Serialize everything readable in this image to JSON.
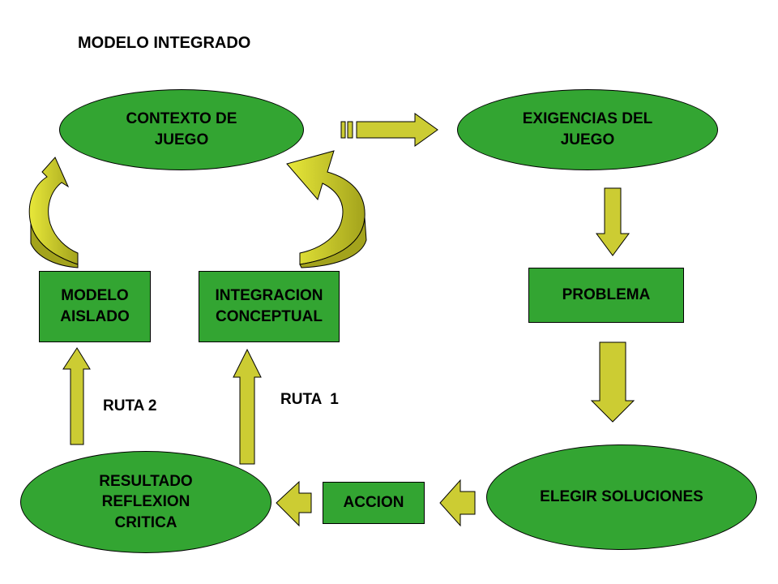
{
  "title": "MODELO INTEGRADO",
  "nodes": {
    "contexto": "CONTEXTO DE\nJUEGO",
    "exigencias": "EXIGENCIAS DEL\nJUEGO",
    "problema": "PROBLEMA",
    "elegir": "ELEGIR SOLUCIONES",
    "accion": "ACCION",
    "resultado": "RESULTADO\nREFLEXION\nCRITICA",
    "modelo": "MODELO\nAISLADO",
    "integracion": "INTEGRACION\nCONCEPTUAL"
  },
  "labels": {
    "ruta1": "RUTA  1",
    "ruta2": "RUTA 2"
  },
  "colors": {
    "node_fill": "#33a532",
    "arrow_fill": "#cccc33",
    "arrow_shadow": "#999922"
  }
}
